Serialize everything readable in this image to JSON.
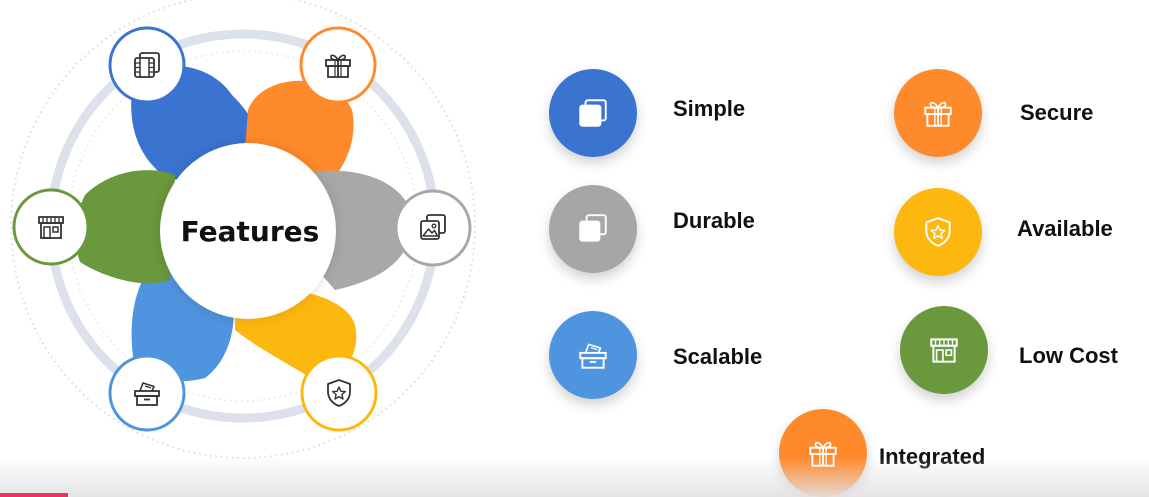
{
  "diagram": {
    "center_title": "Features",
    "colors": {
      "blue": "#3a74d0",
      "orange": "#ff8a2b",
      "gray": "#a8a8a8",
      "yellow": "#fdb80f",
      "light_blue": "#4f94de",
      "green": "#6a983d",
      "ring": "#dde1ec",
      "accent_bar": "#e8345f"
    },
    "petals": [
      {
        "name": "blue",
        "icon": "film-icon"
      },
      {
        "name": "orange",
        "icon": "gift-icon"
      },
      {
        "name": "gray",
        "icon": "image-icon"
      },
      {
        "name": "yellow",
        "icon": "badge-star-icon"
      },
      {
        "name": "light_blue",
        "icon": "box-icon"
      },
      {
        "name": "green",
        "icon": "store-icon"
      }
    ]
  },
  "features": [
    {
      "id": "simple",
      "label": "Simple",
      "color": "#3a74d0",
      "icon": "film-icon"
    },
    {
      "id": "durable",
      "label": "Durable",
      "color": "#a6a6a6",
      "icon": "image-icon"
    },
    {
      "id": "scalable",
      "label": "Scalable",
      "color": "#4f94de",
      "icon": "box-icon"
    },
    {
      "id": "secure",
      "label": "Secure",
      "color": "#ff8a2b",
      "icon": "gift-icon"
    },
    {
      "id": "available",
      "label": "Available",
      "color": "#fdb80f",
      "icon": "badge-star-icon"
    },
    {
      "id": "low_cost",
      "label": "Low Cost",
      "color": "#6a983d",
      "icon": "store-icon"
    },
    {
      "id": "integrated",
      "label": "Integrated",
      "color": "#ff8a2b",
      "icon": "gift-icon"
    }
  ]
}
